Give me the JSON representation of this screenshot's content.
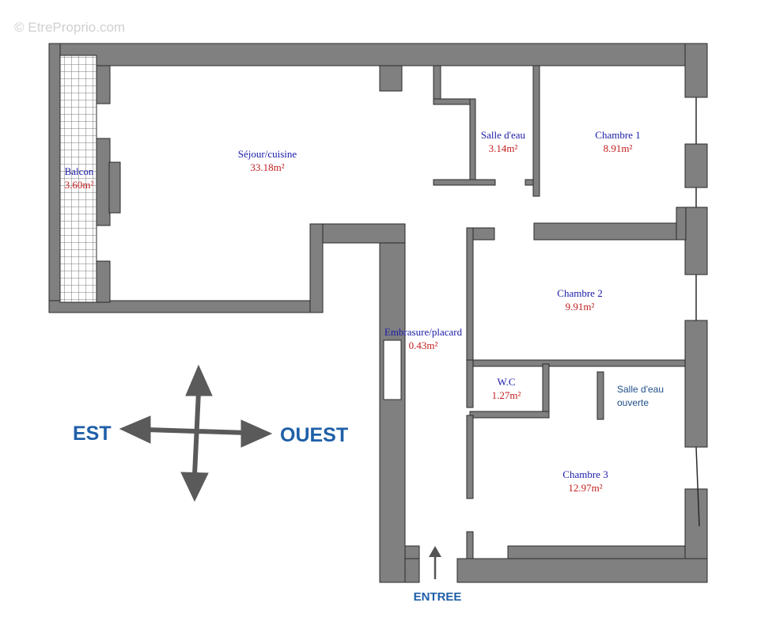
{
  "watermark": "© EtreProprio.com",
  "colors": {
    "wall": "#808080",
    "room_name": "#1a1aa8",
    "room_area": "#c41e1e",
    "direction_text": "#1f5fa8",
    "arrow": "#5a5a5a"
  },
  "rooms": {
    "balcon": {
      "name": "Balcon",
      "area": "3.60m²"
    },
    "sejour": {
      "name": "Séjour/cuisine",
      "area": "33.18m²"
    },
    "salle_eau": {
      "name": "Salle d'eau",
      "area": "3.14m²"
    },
    "chambre1": {
      "name": "Chambre 1",
      "area": "8.91m²"
    },
    "chambre2": {
      "name": "Chambre 2",
      "area": "9.91m²"
    },
    "embrasure": {
      "name": "Embrasure/placard",
      "area": "0.43m²"
    },
    "wc": {
      "name": "W.C",
      "area": "1.27m²"
    },
    "salle_eau_ouverte": {
      "line1": "Salle d'eau",
      "line2": "ouverte"
    },
    "chambre3": {
      "name": "Chambre 3",
      "area": "12.97m²"
    }
  },
  "compass": {
    "east": "EST",
    "west": "OUEST"
  },
  "entrance": {
    "label": "ENTREE"
  }
}
